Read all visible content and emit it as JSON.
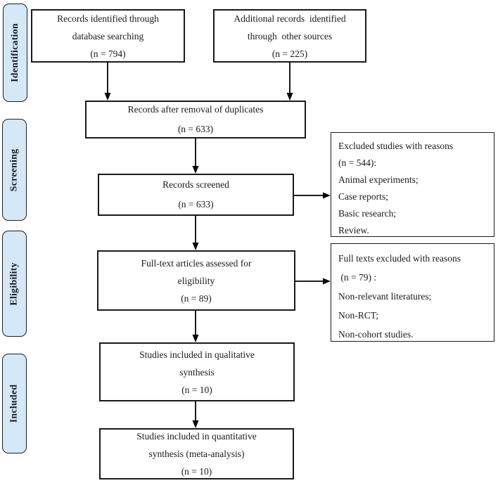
{
  "stages": [
    {
      "label": "Identification"
    },
    {
      "label": "Screening"
    },
    {
      "label": "Eligibility"
    },
    {
      "label": "Included"
    }
  ],
  "boxes": {
    "records_identified": {
      "text": "Records identified through\ndatabase searching\n(n = 794)"
    },
    "additional_records": {
      "text": "Additional records  identified\nthrough  other sources\n(n = 225)"
    },
    "after_duplicates": {
      "text": "Records after removal of duplicates\n(n = 633)"
    },
    "records_screened": {
      "text": "Records screened\n(n = 633)"
    },
    "fulltext_assessed": {
      "text": "Full-text articles assessed for\neligibility\n(n = 89)"
    },
    "qualitative_included": {
      "text": "Studies included in qualitative\nsynthesis\n(n = 10)"
    },
    "quantitative_included": {
      "text": "Studies included in quantitative\nsynthesis (meta-analysis)\n(n = 10)"
    },
    "excluded_screening": {
      "text": "Excluded studies with reasons\n(n = 544):\nAnimal experiments;\nCase reports;\nBasic research;\nReview."
    },
    "excluded_fulltext": {
      "text": "Full texts excluded with reasons\n (n = 79) :\nNon-relevant literatures;\nNon-RCT;\nNon-cohort studies."
    }
  },
  "counts": {
    "database_searching": 794,
    "other_sources": 225,
    "after_duplicates": 633,
    "screened": 633,
    "excluded_screening": 544,
    "fulltext_assessed": 89,
    "excluded_fulltext": 79,
    "qualitative": 10,
    "quantitative": 10
  },
  "colors": {
    "stage_fill": "#d5e8f8",
    "stage_border": "#1f1f1f",
    "box_border": "#1a1a1a",
    "box_fill": "#ffffff",
    "arrow": "#000000",
    "text": "#1a1a1a"
  }
}
